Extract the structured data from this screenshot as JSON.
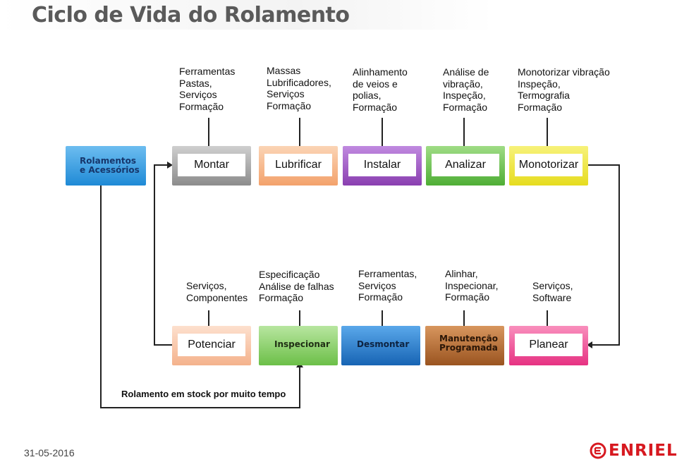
{
  "title": "Ciclo de Vida do Rolamento",
  "top_labels": [
    "Ferramentas\nPastas,\nServiços\nFormação",
    "Massas\nLubrificadores,\nServiços\nFormação",
    "Alinhamento\nde veios e\npolias,\nFormação",
    "Análise de\nvibração,\nInspeção,\nFormação",
    "Monotorizar vibração\nInspeção,\nTermografia\nFormação"
  ],
  "top_row": {
    "start": "Rolamentos\ne Acessórios",
    "steps": [
      "Montar",
      "Lubrificar",
      "Instalar",
      "Analizar",
      "Monotorizar"
    ]
  },
  "bottom_labels": [
    "Serviços,\nComponentes",
    "Especificação\nAnálise de falhas\nFormação",
    "Ferramentas,\nServiços\nFormação",
    "Alinhar,\nInspecionar,\nFormação",
    "Serviços,\nSoftware"
  ],
  "bottom_row": {
    "steps": [
      "Potenciar",
      "Inspecionar",
      "Desmontar",
      "Manutenção\nProgramada",
      "Planear"
    ]
  },
  "bottom_note": "Rolamento em stock por muito tempo",
  "footer": {
    "date": "31-05-2016",
    "logo": "ENRIEL"
  },
  "colors": {
    "start": "#3b9fe0",
    "montar": "#a9a9a9",
    "lubrificar": "#f6b98d",
    "instalar": "#9b4fbf",
    "analizar": "#66c14e",
    "monotorizar": "#f1e93a",
    "potenciar": "#f6c4a8",
    "inspecionar": "#8dd06b",
    "desmontar": "#2278c9",
    "manutencao": "#b76a2c",
    "planear": "#f04f92",
    "logo": "#d71920"
  }
}
